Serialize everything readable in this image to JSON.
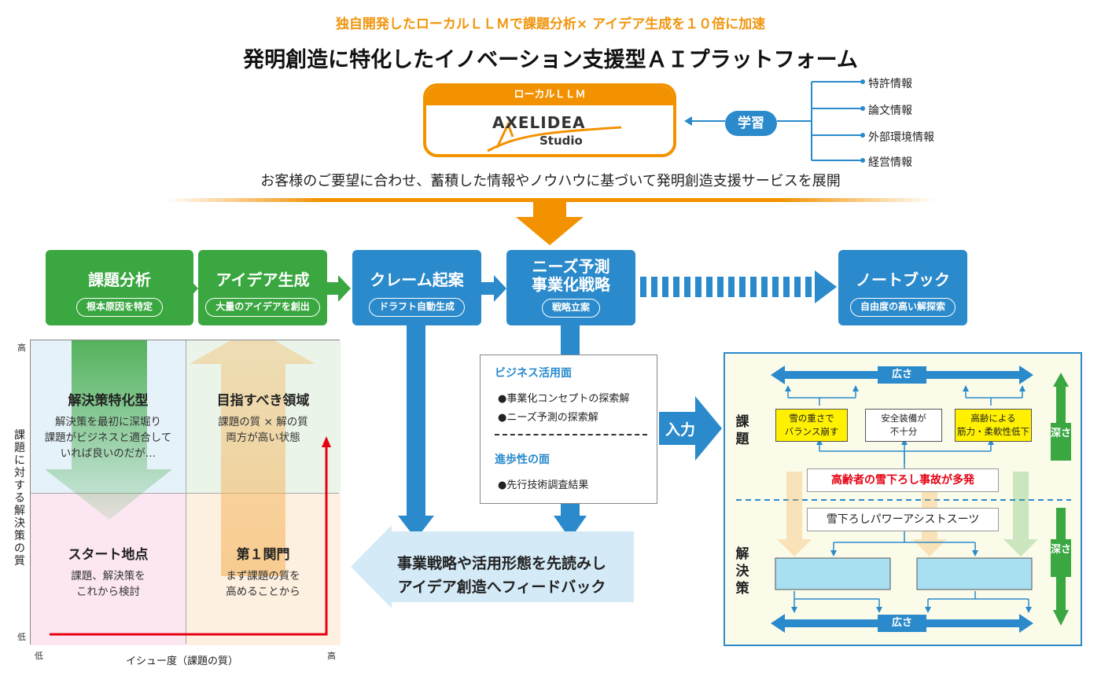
{
  "header": {
    "subtitle": "独自開発したローカルＬＬＭで課題分析× アイデア生成を１０倍に加速",
    "title": "発明創造に特化したイノベーション支援型ＡＩプラットフォーム"
  },
  "llm": {
    "label": "ローカルＬＬＭ",
    "logo_main": "AXELIDEA",
    "logo_sub": "Studio"
  },
  "learning": {
    "badge": "学習",
    "items": [
      "特許情報",
      "論文情報",
      "外部環境情報",
      "経営情報"
    ]
  },
  "description": "お客様のご要望に合わせ、蓄積した情報やノウハウに基づいて発明創造支援サービスを展開",
  "steps": [
    {
      "title": "課題分析",
      "pill": "根本原因を特定"
    },
    {
      "title": "アイデア生成",
      "pill": "大量のアイデアを創出"
    },
    {
      "title": "クレーム起案",
      "pill": "ドラフト自動生成"
    },
    {
      "title_line1": "ニーズ予測",
      "title_line2": "事業化戦略",
      "pill": "戦略立案"
    },
    {
      "title": "ノートブック",
      "pill": "自由度の高い解探索"
    }
  ],
  "matrix": {
    "y_label": "課題に対する解決策の質",
    "x_label": "イシュー度（課題の質）",
    "y_high": "高",
    "y_low": "低",
    "x_low": "低",
    "x_high": "高",
    "quadrants": {
      "top_left": {
        "title": "解決策特化型",
        "lines": [
          "解決策を最初に深堀り",
          "課題がビジネスと適合して",
          "いれば良いのだが…"
        ]
      },
      "top_right": {
        "title": "目指すべき領域",
        "lines": [
          "課題の質 × 解の質",
          "両方が高い状態"
        ]
      },
      "bottom_left": {
        "title": "スタート地点",
        "lines": [
          "課題、解決策を",
          "これから検討"
        ]
      },
      "bottom_right": {
        "title": "第１関門",
        "lines": [
          "まず課題の質を",
          "高めることから"
        ]
      }
    }
  },
  "info_box": {
    "head1": "ビジネス活用面",
    "items1": [
      "●事業化コンセプトの探索解",
      "●ニーズ予測の探索解"
    ],
    "head2": "進歩性の面",
    "items2": [
      "●先行技術調査結果"
    ]
  },
  "input_label": "入力",
  "feedback": {
    "line1": "事業戦略や活用形態を先読みし",
    "line2": "アイデア創造へフィードバック"
  },
  "right_panel": {
    "breadth_label": "広さ",
    "depth_label": "深さ",
    "issue_label": "課題",
    "solution_label": "解決策",
    "sub_issues": [
      {
        "line1": "雪の重さで",
        "line2": "バランス崩す"
      },
      {
        "line1": "安全装備が",
        "line2": "不十分"
      },
      {
        "line1": "高齢による",
        "line2": "筋力・柔軟性低下"
      }
    ],
    "main_issue": "高齢者の雪下ろし事故が多発",
    "solution": "雪下ろしパワーアシストスーツ"
  },
  "colors": {
    "green": "#3aa741",
    "blue": "#2a8acb",
    "orange": "#f39200",
    "red": "#e60012",
    "yellow": "#fff100",
    "light_blue": "#a8e0f2"
  }
}
